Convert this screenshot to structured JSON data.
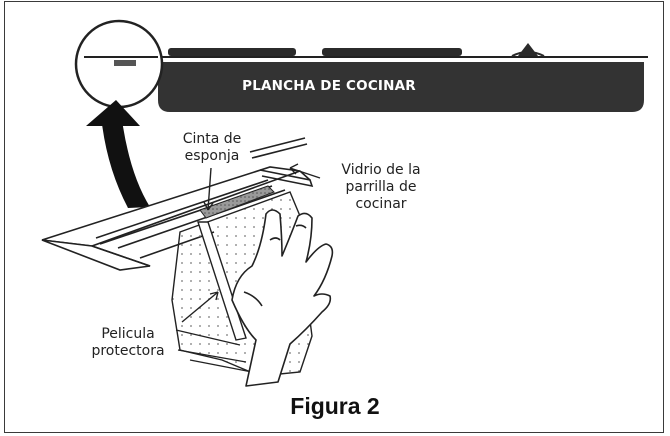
{
  "banner": {
    "title": "PLANCHA DE COCINAR"
  },
  "labels": {
    "sponge_tape_line1": "Cinta de",
    "sponge_tape_line2": "esponja",
    "glass_line1": "Vidrio de la",
    "glass_line2": "parrilla de",
    "glass_line3": "cocinar",
    "film_line1": "Pelicula",
    "film_line2": "protectora"
  },
  "caption": "Figura 2",
  "colors": {
    "banner": "#333333",
    "ink": "#222222",
    "background": "#ffffff"
  }
}
